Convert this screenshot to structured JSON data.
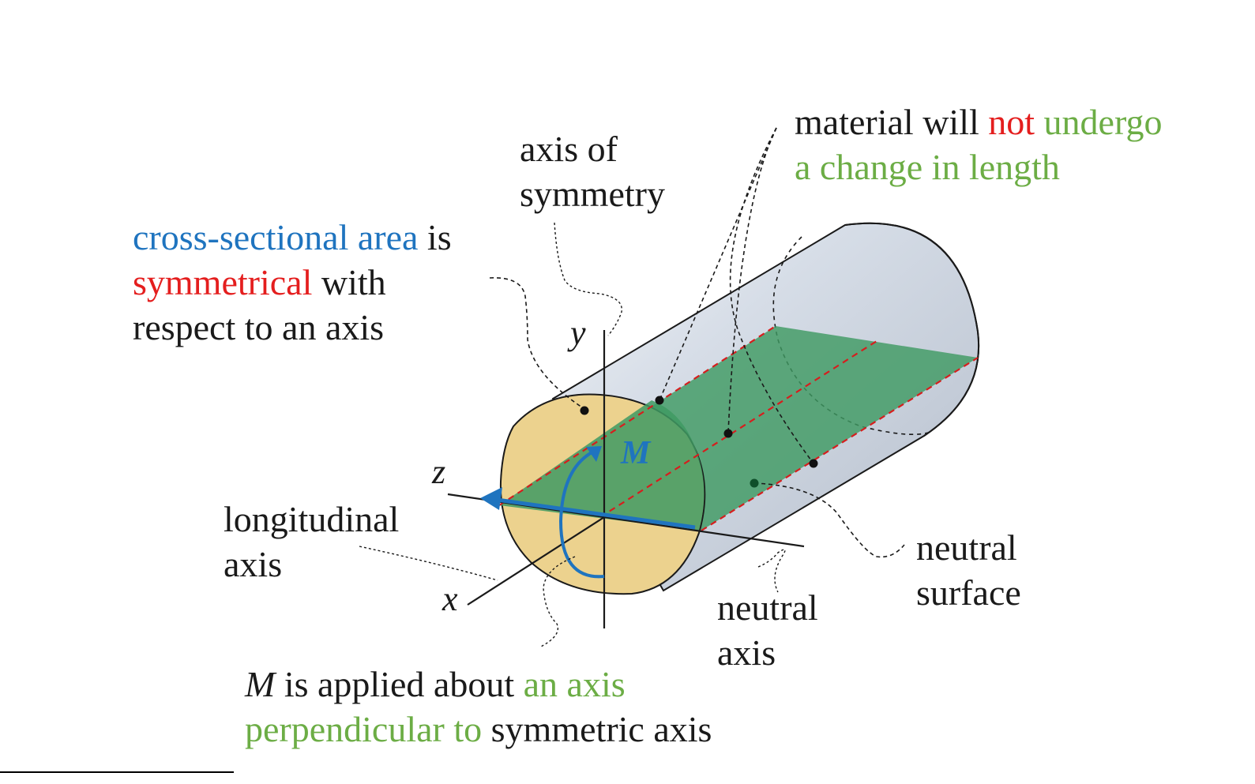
{
  "labels": {
    "axis_of_symmetry": [
      "axis of",
      "symmetry"
    ],
    "cross_section": {
      "line1_a": "cross-sectional area",
      "line1_b": " is",
      "line2_a": "symmetrical",
      "line2_b": " with",
      "line3": "respect to an axis"
    },
    "material": {
      "line1_a": "material will ",
      "line1_b": "not",
      "line1_c": " undergo",
      "line2": "a change in length"
    },
    "longitudinal_axis": [
      "longitudinal",
      "axis"
    ],
    "neutral_surface": [
      "neutral",
      "surface"
    ],
    "neutral_axis": [
      "neutral",
      "axis"
    ],
    "moment_note": {
      "m": "M",
      "line1_a": " is applied about ",
      "line1_b": "an axis",
      "line2_a": "perpendicular to",
      "line2_b": " symmetric axis"
    }
  },
  "axes": {
    "x": "x",
    "y": "y",
    "z": "z"
  },
  "moment_symbol": "M",
  "colors": {
    "blue": "#1f74bf",
    "red": "#e41e1e",
    "green": "#6cad45",
    "cross_section_fill": "#ecd28e",
    "neutral_surface_fill": "#3f9a63",
    "cylinder_fill": "#d5dce6"
  }
}
